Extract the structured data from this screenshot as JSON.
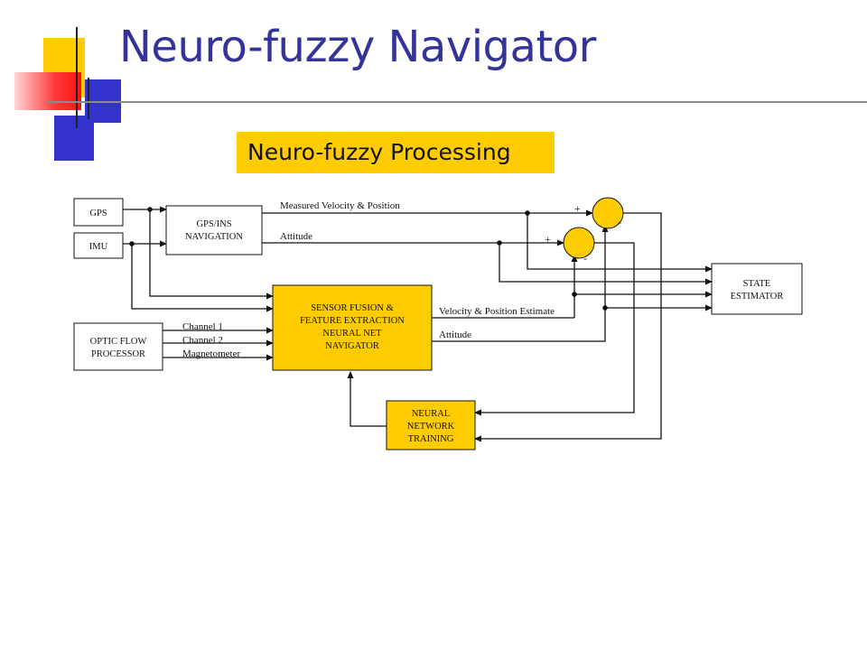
{
  "slide": {
    "title": "Neuro-fuzzy Navigator",
    "subtitle": "Neuro-fuzzy Processing"
  },
  "diagram": {
    "blocks": {
      "gps": "GPS",
      "imu": "IMU",
      "gps_ins": [
        "GPS/INS",
        "NAVIGATION"
      ],
      "optic_flow": [
        "OPTIC FLOW",
        "PROCESSOR"
      ],
      "sensor_fusion": [
        "SENSOR FUSION &",
        "FEATURE EXTRACTION",
        "NEURAL NET",
        "NAVIGATOR"
      ],
      "state_estimator": [
        "STATE",
        "ESTIMATOR"
      ],
      "neural_training": [
        "NEURAL",
        "NETWORK",
        "TRAINING"
      ]
    },
    "labels": {
      "measured_vel_pos": "Measured Velocity & Position",
      "attitude_top": "Attitude",
      "vel_pos_estimate": "Velocity & Position Estimate",
      "attitude_bottom": "Attitude",
      "channel1": "Channel 1",
      "channel2": "Channel 2",
      "magnetometer": "Magnetometer"
    },
    "signs": {
      "sum1_plus": "+",
      "sum1_minus": "-",
      "sum2_plus": "+",
      "sum2_minus": "-"
    },
    "colors": {
      "title": "#333399",
      "accent_yellow": "#ffcc00",
      "accent_blue": "#3333cc",
      "accent_red": "#ff2020"
    }
  }
}
